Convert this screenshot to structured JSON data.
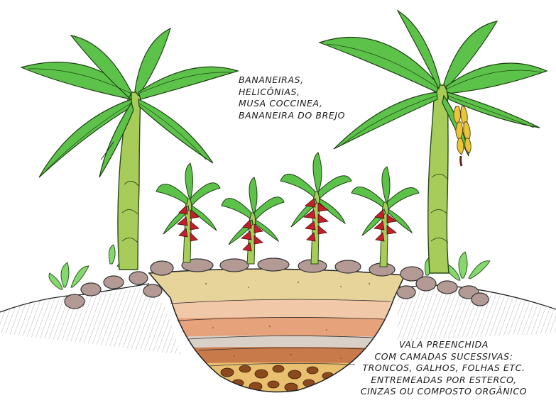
{
  "labels": {
    "plants": [
      "BANANEIRAS,",
      "HELICÔNIAS,",
      "MUSA COCCINEA,",
      "BANANEIRA DO BREJO"
    ],
    "trench": [
      "VALA PREENCHIDA",
      "COM CAMADAS SUCESSIVAS:",
      "TRONCOS, GALHOS, FOLHAS ETC.",
      "ENTREMEADAS POR ESTERCO,",
      "CINZAS OU COMPOSTO ORGÂNICO"
    ]
  },
  "colors": {
    "leaf": "#5cc24a",
    "leaf_light": "#86d86e",
    "trunk": "#a8cc5a",
    "flower": "#c2212a",
    "banana": "#e8c53a",
    "stone": "#b49a94",
    "soil_top": "#e6d49a",
    "soil_mid": "#e6a27a",
    "soil_deep": "#c97a4a",
    "log": "#8a4a1e"
  }
}
